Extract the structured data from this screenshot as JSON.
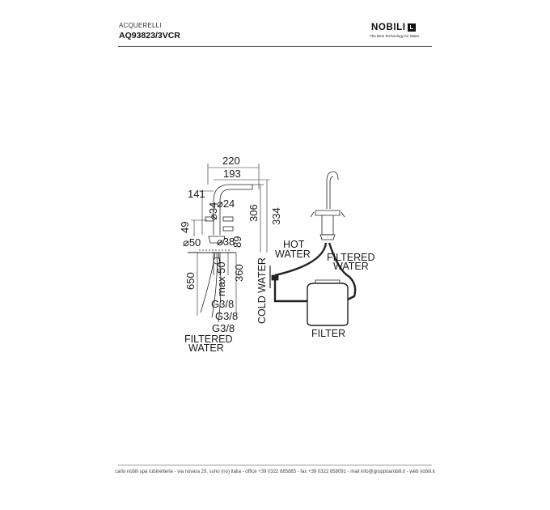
{
  "header": {
    "product_line": "ACQUERELLI",
    "product_code": "AQ93823/3VCR",
    "brand": "NOBILI",
    "tagline": "The Best Technology for Water"
  },
  "dimensions": {
    "d220": "220",
    "d193": "193",
    "d141": "141",
    "d24": "⌀24",
    "d34": "⌀34",
    "d306": "306",
    "d334": "334",
    "d49": "49",
    "d50": "⌀50",
    "d38": "⌀38",
    "d89": "89",
    "d650": "650",
    "dmax50": "max 50",
    "d360": "360",
    "g1": "G3/8",
    "g2": "G3/8",
    "g3": "G3/8"
  },
  "labels": {
    "filtered_water_left": [
      "FILTERED",
      "WATER"
    ],
    "hot_water": [
      "HOT",
      "WATER"
    ],
    "filtered_water_right": [
      "FILTERED",
      "WATER"
    ],
    "cold_water": "COLD WATER",
    "filter": "FILTER"
  },
  "footer": {
    "text": "carlo nobili spa rubinetterie - via novara 29, suno (no) italia - office +39 0322 885885 - fax +39 0322 858091 - mail info@gruppoarobili.it - web nobili.it"
  }
}
